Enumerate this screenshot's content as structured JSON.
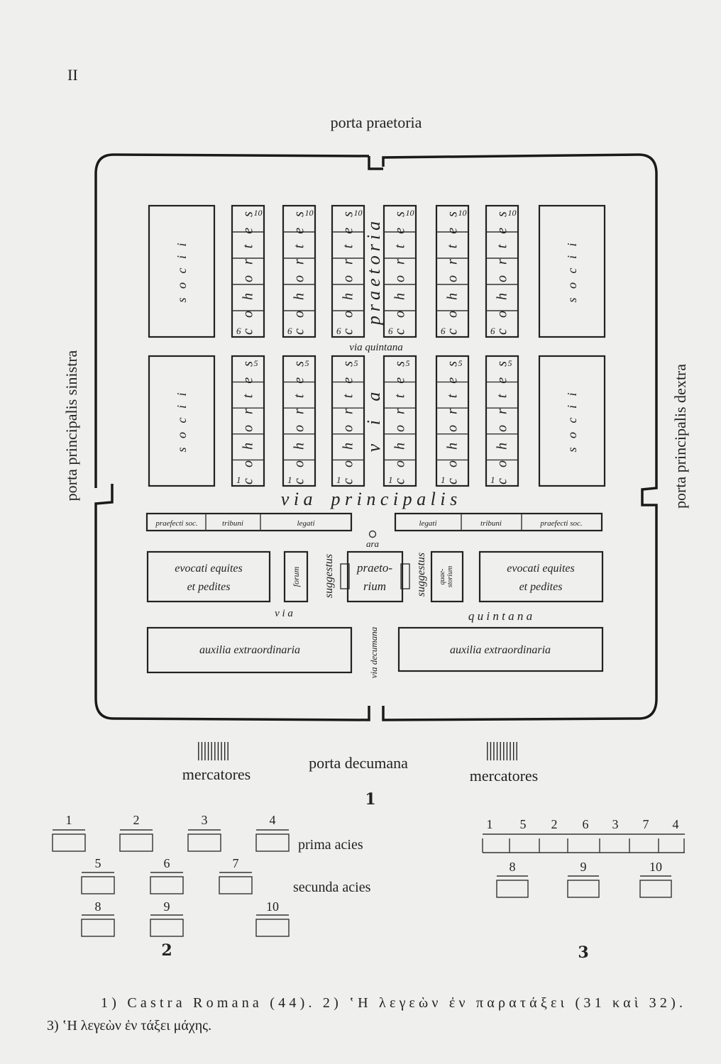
{
  "page_number": "II",
  "gates": {
    "top": "porta praetoria",
    "left": "porta principalis sinistra",
    "right": "porta principalis dextra",
    "bottom": "porta decumana"
  },
  "roads": {
    "quintana_top": "via quintana",
    "via_vertical": "v i a",
    "praetoria_vertical": "praetoria",
    "principalis": "v i a    p r i n c i p a l i s",
    "via_lower": "v i a",
    "quintana_lower": "q u i n t a n a",
    "decumana": "via decumana"
  },
  "units": {
    "socii": "s o c i i",
    "cohortes": "c o h o r t e s",
    "top_row_numbers": [
      "10",
      "6"
    ],
    "middle_row_numbers": [
      "5",
      "1"
    ]
  },
  "officers_left": [
    "praefecti soc.",
    "tribuni",
    "legati"
  ],
  "officers_right": [
    "legati",
    "tribuni",
    "praefecti soc."
  ],
  "ara": "ara",
  "evocati": [
    "evocati equites",
    "et pedites"
  ],
  "forum": "forum",
  "suggestus": "suggestus",
  "praetorium": [
    "praeto-",
    "rium"
  ],
  "quaestorium": [
    "quae-",
    "storium"
  ],
  "auxilia": "auxilia extraordinaria",
  "mercatores": "mercatores",
  "tally": "||||||||||",
  "figure_labels": [
    "1",
    "2",
    "3"
  ],
  "fig2": {
    "prima": [
      "1",
      "2",
      "3",
      "4"
    ],
    "secunda": [
      "5",
      "6",
      "7"
    ],
    "tertia": [
      "8",
      "9",
      "10"
    ],
    "prima_label": "prima acies",
    "secunda_label": "secunda acies"
  },
  "fig3": {
    "top": [
      "1",
      "5",
      "2",
      "6",
      "3",
      "7",
      "4"
    ],
    "bottom": [
      "8",
      "9",
      "10"
    ]
  },
  "caption": [
    "1) Castra Romana (44). 2) ʽΗ λεγεὼν ἐν παρατάξει (31 καὶ 32).",
    "3) ʽΗ λεγεὼν ἐν τάξει μάχης."
  ]
}
